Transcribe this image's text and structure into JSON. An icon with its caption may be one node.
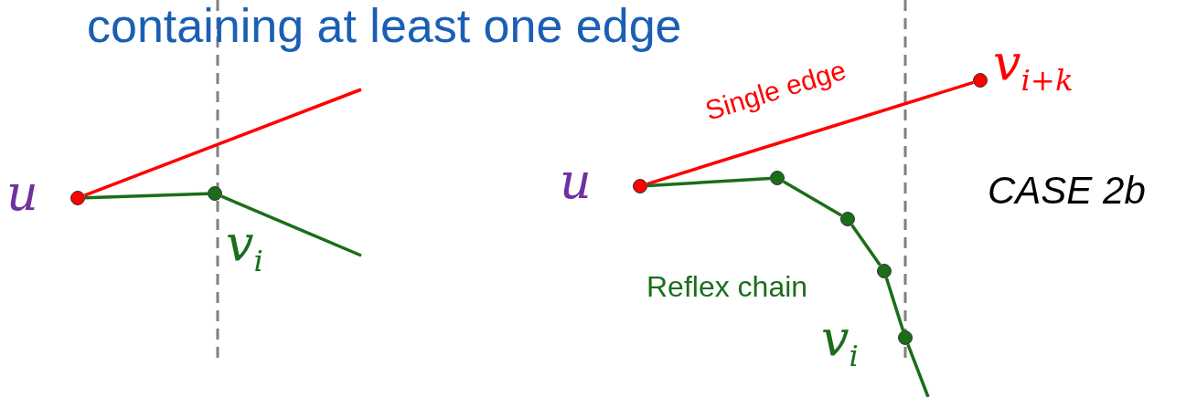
{
  "diagram": {
    "title": "containing at least one edge",
    "nodes": [
      {
        "text": [],
        "shape": "circle",
        "beside": [
          "u"
        ]
      },
      {
        "text": [],
        "shape": "circle",
        "beside": [
          "v$_{i}$"
        ]
      },
      {
        "text": [],
        "shape": "circle",
        "beside": [
          "u"
        ]
      },
      {
        "text": [],
        "shape": "circle",
        "beside": [
          "v$_{i+k}$"
        ]
      },
      {
        "text": [],
        "shape": "circle"
      },
      {
        "text": [],
        "shape": "circle"
      },
      {
        "text": [],
        "shape": "circle"
      },
      {
        "text": [],
        "shape": "circle",
        "beside": [
          "v$_{i}$"
        ]
      }
    ],
    "edges": [
      {
        "from": 0,
        "to": 1,
        "arrow": "none"
      },
      {
        "from": 0,
        "to": null,
        "arrow": "none",
        "color": "#ff0000"
      },
      {
        "from": 1,
        "to": null,
        "arrow": "none"
      },
      {
        "from": 2,
        "to": 3,
        "arrow": "none",
        "color": "#ff0000",
        "label": "Single edge"
      },
      {
        "from": 2,
        "to": 4,
        "arrow": "none"
      },
      {
        "from": 4,
        "to": 5,
        "arrow": "none"
      },
      {
        "from": 5,
        "to": 6,
        "arrow": "none"
      },
      {
        "from": 6,
        "to": 7,
        "arrow": "none"
      },
      {
        "from": 7,
        "to": null,
        "arrow": "none"
      }
    ],
    "labels": [
      "CASE 2b",
      "Reflex chain"
    ]
  }
}
